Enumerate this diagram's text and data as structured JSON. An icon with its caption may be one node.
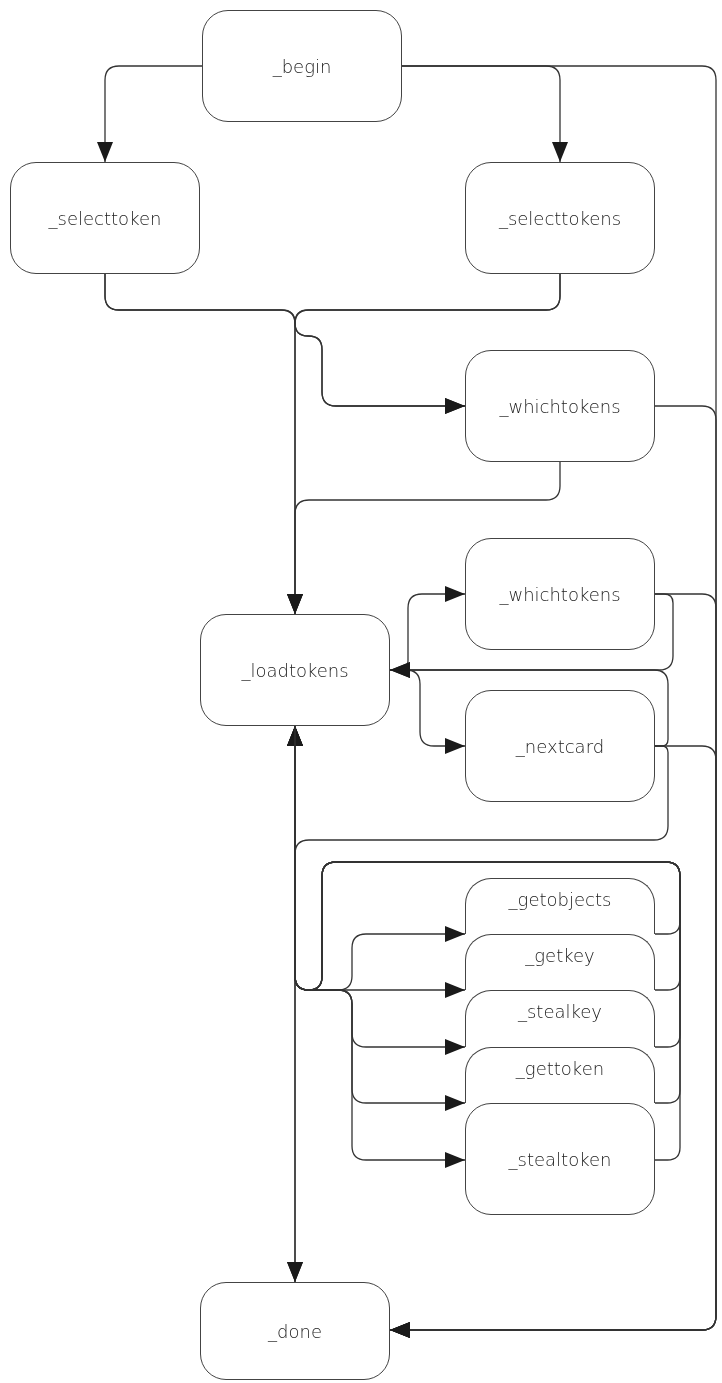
{
  "diagram": {
    "nodes": [
      {
        "text": [
          "_begin"
        ]
      },
      {
        "text": [
          "_selecttoken"
        ]
      },
      {
        "text": [
          "_selecttokens"
        ]
      },
      {
        "text": [
          "_whichtokens"
        ]
      },
      {
        "text": [
          "_whichtokens"
        ]
      },
      {
        "text": [
          "_loadtokens"
        ]
      },
      {
        "text": [
          "_nextcard"
        ]
      },
      {
        "text": [
          "_getobjects"
        ]
      },
      {
        "text": [
          "_getkey"
        ]
      },
      {
        "text": [
          "_stealkey"
        ]
      },
      {
        "text": [
          "_gettoken"
        ]
      },
      {
        "text": [
          "_stealtoken"
        ]
      },
      {
        "text": [
          "_done"
        ]
      }
    ],
    "edges": [
      {
        "from": 0,
        "to": 1,
        "arrow": "to"
      },
      {
        "from": 0,
        "to": 2,
        "arrow": "to"
      },
      {
        "from": 0,
        "to": 12,
        "arrow": "to"
      },
      {
        "from": 1,
        "to": 5,
        "arrow": "to"
      },
      {
        "from": 2,
        "to": 5,
        "arrow": "to"
      },
      {
        "from": 1,
        "to": 3,
        "arrow": "to"
      },
      {
        "from": 2,
        "to": 3,
        "arrow": "to"
      },
      {
        "from": 3,
        "to": 5,
        "arrow": "to"
      },
      {
        "from": 3,
        "to": 12,
        "arrow": "to"
      },
      {
        "from": 5,
        "to": 4,
        "arrow": "to"
      },
      {
        "from": 5,
        "to": 6,
        "arrow": "to"
      },
      {
        "from": 4,
        "to": 5,
        "arrow": "to"
      },
      {
        "from": 4,
        "to": 12,
        "arrow": "to"
      },
      {
        "from": 6,
        "to": 5,
        "arrow": "to"
      },
      {
        "from": 6,
        "to": 12,
        "arrow": "to"
      },
      {
        "from": 6,
        "to": 12,
        "arrow": "to"
      },
      {
        "from": 5,
        "to": 7,
        "arrow": "to"
      },
      {
        "from": 5,
        "to": 8,
        "arrow": "to"
      },
      {
        "from": 5,
        "to": 9,
        "arrow": "to"
      },
      {
        "from": 5,
        "to": 10,
        "arrow": "to"
      },
      {
        "from": 5,
        "to": 11,
        "arrow": "to"
      },
      {
        "from": 7,
        "to": 5,
        "arrow": "to"
      },
      {
        "from": 8,
        "to": 5,
        "arrow": "to"
      },
      {
        "from": 9,
        "to": 5,
        "arrow": "to"
      },
      {
        "from": 10,
        "to": 5,
        "arrow": "to"
      },
      {
        "from": 11,
        "to": 5,
        "arrow": "to"
      },
      {
        "from": 5,
        "to": 12,
        "arrow": "to"
      }
    ]
  }
}
